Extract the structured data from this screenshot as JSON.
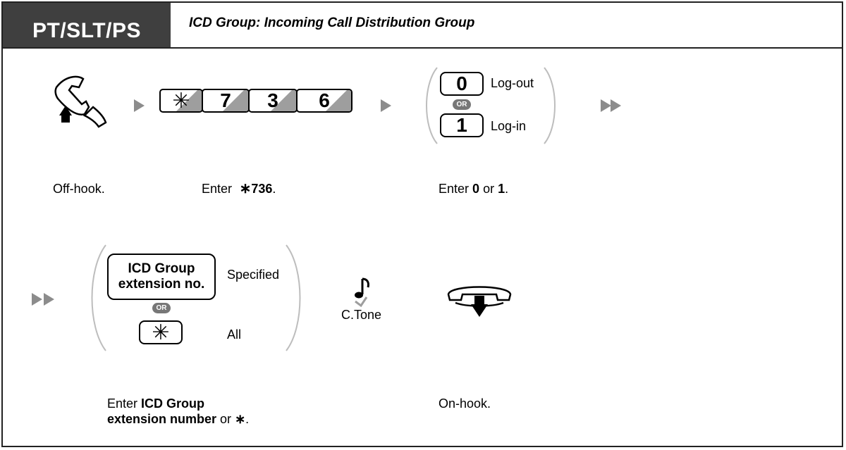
{
  "header": {
    "mode_label": "PT/SLT/PS",
    "title": "ICD Group: Incoming Call Distribution Group"
  },
  "step1": {
    "keys": [
      "7",
      "3",
      "6"
    ],
    "options": [
      {
        "key": "0",
        "label": "Log-out"
      },
      {
        "key": "1",
        "label": "Log-in"
      }
    ],
    "or_label": "OR",
    "captions": {
      "off_hook": "Off-hook.",
      "enter_prefix": "Enter",
      "enter_code": "736",
      "enter_choice_prefix": "Enter",
      "enter_choice_a": "0",
      "enter_choice_mid": "or",
      "enter_choice_b": "1"
    }
  },
  "step2": {
    "icd_key_label": "ICD Group extension no.",
    "icd_key_line1": "ICD Group",
    "icd_key_line2": "extension no.",
    "specified_label": "Specified",
    "all_label": "All",
    "or_label": "OR",
    "tone_label": "C.Tone",
    "captions": {
      "enter_prefix": "Enter",
      "enter_bold1": "ICD Group",
      "enter_bold2": "extension number",
      "enter_or": "or",
      "on_hook": "On-hook."
    }
  },
  "icons": [
    "off-hook-handset-icon",
    "on-hook-handset-icon",
    "confirmation-tone-icon",
    "star-key-icon",
    "forward-arrow-icon"
  ]
}
